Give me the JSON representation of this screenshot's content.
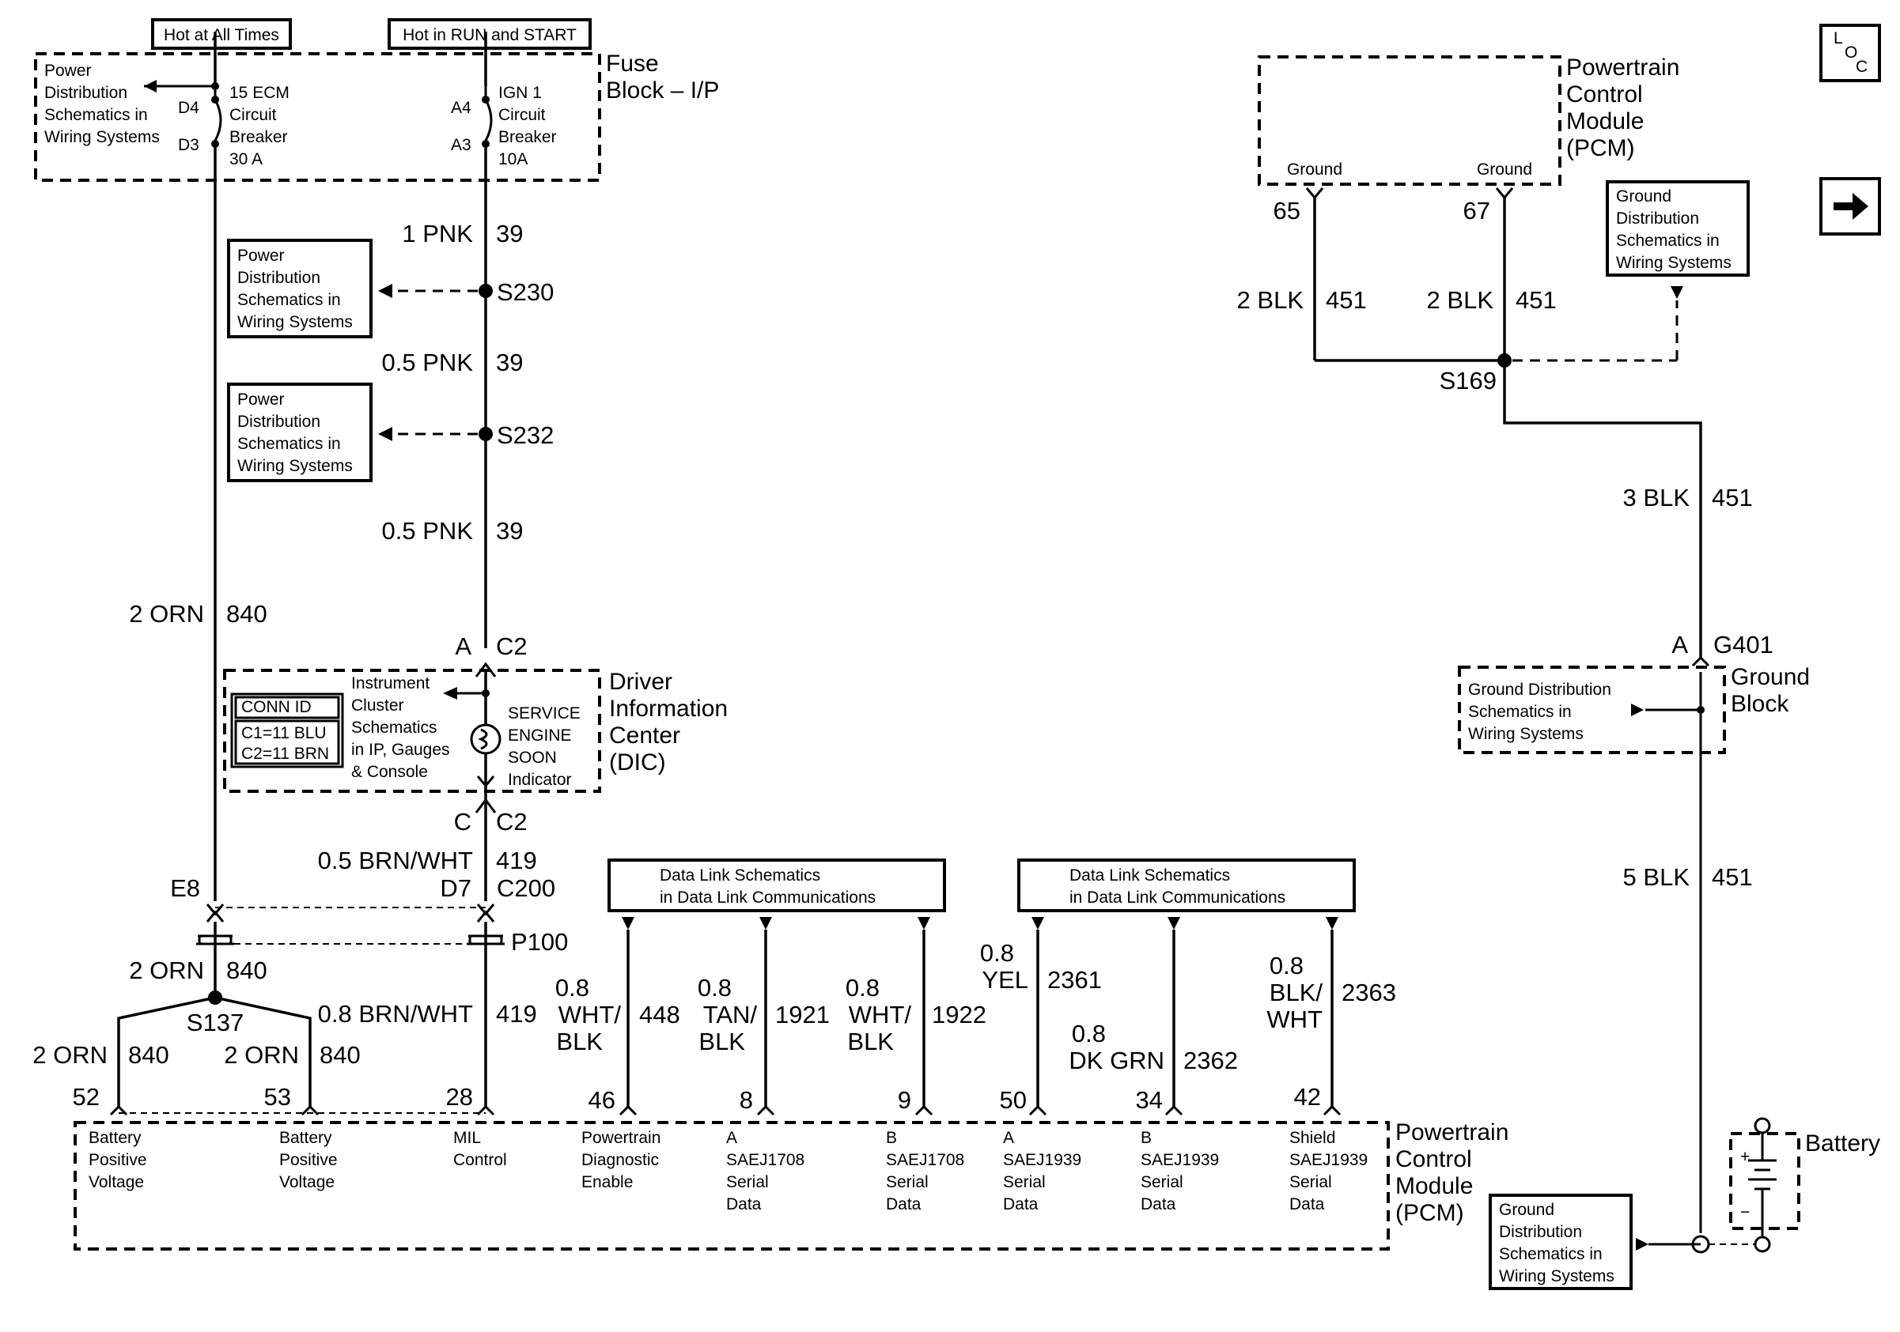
{
  "header": {
    "hot_at_all_times": "Hot at All Times",
    "hot_in_run_start": "Hot in RUN and START"
  },
  "fuse_block": {
    "title_line1": "Fuse",
    "title_line2": "Block – I/P",
    "ref_lines": [
      "Power",
      "Distribution",
      "Schematics in",
      "Wiring Systems"
    ],
    "left_breaker_lines": [
      "15 ECM",
      "Circuit",
      "Breaker",
      "30 A"
    ],
    "right_breaker_lines": [
      "IGN 1",
      "Circuit",
      "Breaker",
      "10A"
    ],
    "pin_d4": "D4",
    "pin_d3": "D3",
    "pin_a4": "A4",
    "pin_a3": "A3"
  },
  "ign_circuit": {
    "w1_size": "1 PNK",
    "w1_num": "39",
    "s230": "S230",
    "w2_size": "0.5 PNK",
    "w2_num": "39",
    "s232": "S232",
    "w3_size": "0.5 PNK",
    "w3_num": "39",
    "ref1_lines": [
      "Power",
      "Distribution",
      "Schematics in",
      "Wiring Systems"
    ],
    "ref2_lines": [
      "Power",
      "Distribution",
      "Schematics in",
      "Wiring Systems"
    ]
  },
  "batt_circuit": {
    "w_size": "2 ORN",
    "w_num": "840"
  },
  "dic": {
    "title_lines": [
      "Driver",
      "Information",
      "Center",
      "(DIC)"
    ],
    "pin_top": "A",
    "conn_top": "C2",
    "pin_bottom": "C",
    "conn_bottom": "C2",
    "conn_id_title": "CONN ID",
    "conn_id_c1": "C1=11 BLU",
    "conn_id_c2": "C2=11 BRN",
    "ref_lines": [
      "Instrument",
      "Cluster",
      "Schematics",
      "in IP, Gauges",
      "& Console"
    ],
    "indicator_lines": [
      "SERVICE",
      "ENGINE",
      "SOON",
      "Indicator"
    ]
  },
  "mil_circuit": {
    "w1_size": "0.5 BRN/WHT",
    "w1_num": "419",
    "w2_size": "0.8 BRN/WHT",
    "w2_num": "419"
  },
  "c200": {
    "pin_e8": "E8",
    "pin_d7": "D7",
    "name": "C200",
    "p100": "P100"
  },
  "splice_s137": {
    "name": "S137",
    "trunk_size": "2 ORN",
    "trunk_num": "840",
    "left_size": "2 ORN",
    "left_num": "840",
    "right_size": "2 ORN",
    "right_num": "840"
  },
  "data_link_refs": [
    {
      "line1": "Data Link Schematics",
      "line2": "in Data Link Communications"
    },
    {
      "line1": "Data Link Schematics",
      "line2": "in Data Link Communications"
    }
  ],
  "data_wires": [
    {
      "size_lines": [
        "0.8",
        "WHT/",
        "BLK"
      ],
      "num": "448"
    },
    {
      "size_lines": [
        "0.8",
        "TAN/",
        "BLK"
      ],
      "num": "1921"
    },
    {
      "size_lines": [
        "0.8",
        "WHT/",
        "BLK"
      ],
      "num": "1922"
    },
    {
      "size_lines": [
        "0.8",
        "YEL"
      ],
      "num": "2361"
    },
    {
      "size_lines": [
        "0.8",
        "DK GRN"
      ],
      "num": "2362"
    },
    {
      "size_lines": [
        "0.8",
        "BLK/",
        "WHT"
      ],
      "num": "2363"
    }
  ],
  "pcm_bottom": {
    "title_lines": [
      "Powertrain",
      "Control",
      "Module",
      "(PCM)"
    ],
    "pins": [
      {
        "pin": "52",
        "label_lines": [
          "Battery",
          "Positive",
          "Voltage"
        ]
      },
      {
        "pin": "53",
        "label_lines": [
          "Battery",
          "Positive",
          "Voltage"
        ]
      },
      {
        "pin": "28",
        "label_lines": [
          "MIL",
          "Control"
        ]
      },
      {
        "pin": "46",
        "label_lines": [
          "Powertrain",
          "Diagnostic",
          "Enable"
        ]
      },
      {
        "pin": "8",
        "label_lines": [
          "A",
          "SAEJ1708",
          "Serial",
          "Data"
        ]
      },
      {
        "pin": "9",
        "label_lines": [
          "B",
          "SAEJ1708",
          "Serial",
          "Data"
        ]
      },
      {
        "pin": "50",
        "label_lines": [
          "A",
          "SAEJ1939",
          "Serial",
          "Data"
        ]
      },
      {
        "pin": "34",
        "label_lines": [
          "B",
          "SAEJ1939",
          "Serial",
          "Data"
        ]
      },
      {
        "pin": "42",
        "label_lines": [
          "Shield",
          "SAEJ1939",
          "Serial",
          "Data"
        ]
      }
    ]
  },
  "pcm_top": {
    "title_lines": [
      "Powertrain",
      "Control",
      "Module",
      "(PCM)"
    ],
    "ground_left": "Ground",
    "ground_right": "Ground",
    "pin_left": "65",
    "pin_right": "67"
  },
  "ground_circuit": {
    "w_left_size": "2 BLK",
    "w_left_num": "451",
    "w_right_size": "2 BLK",
    "w_right_num": "451",
    "s169": "S169",
    "w_mid_size": "3 BLK",
    "w_mid_num": "451",
    "pin_a": "A",
    "g401": "G401",
    "w_low_size": "5 BLK",
    "w_low_num": "451",
    "ground_ref_lines": [
      "Ground",
      "Distribution",
      "Schematics in",
      "Wiring Systems"
    ],
    "ground_ref2_lines": [
      "Ground",
      "Distribution",
      "Schematics in",
      "Wiring Systems"
    ]
  },
  "ground_block": {
    "title_lines": [
      "Ground",
      "Block"
    ],
    "ref_lines": [
      "Ground Distribution",
      "Schematics in",
      "Wiring Systems"
    ]
  },
  "battery": {
    "title": "Battery",
    "plus": "+",
    "minus": "−"
  },
  "nav": {
    "loc_l": "L",
    "loc_o": "O",
    "loc_c": "C"
  }
}
